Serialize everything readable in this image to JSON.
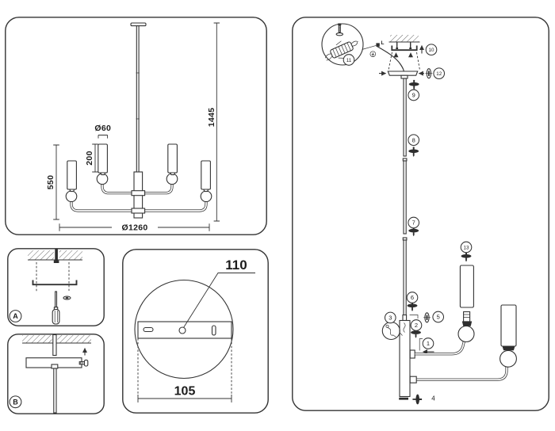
{
  "colors": {
    "line": "#333333",
    "dark_fill": "#2e2e2e",
    "text": "#1c1c1c",
    "background": "#ffffff"
  },
  "spec_panel": {
    "total_height": "1445",
    "arm_drop": "550",
    "shade_height": "200",
    "shade_diameter": "Ø60",
    "fixture_diameter": "Ø1260"
  },
  "mounting_steps": {
    "step_a_label": "A",
    "step_b_label": "B"
  },
  "canopy_plate": {
    "hole_spacing": "110",
    "plate_width": "105"
  },
  "assembly": {
    "wire_label": "L",
    "callouts": {
      "c1": "1",
      "c2": "2",
      "c3": "3",
      "c4": "4",
      "c5": "5",
      "c6": "6",
      "c7": "7",
      "c8": "8",
      "c9": "9",
      "c10": "10",
      "c11": "11",
      "c12": "12",
      "c13": "13"
    }
  }
}
